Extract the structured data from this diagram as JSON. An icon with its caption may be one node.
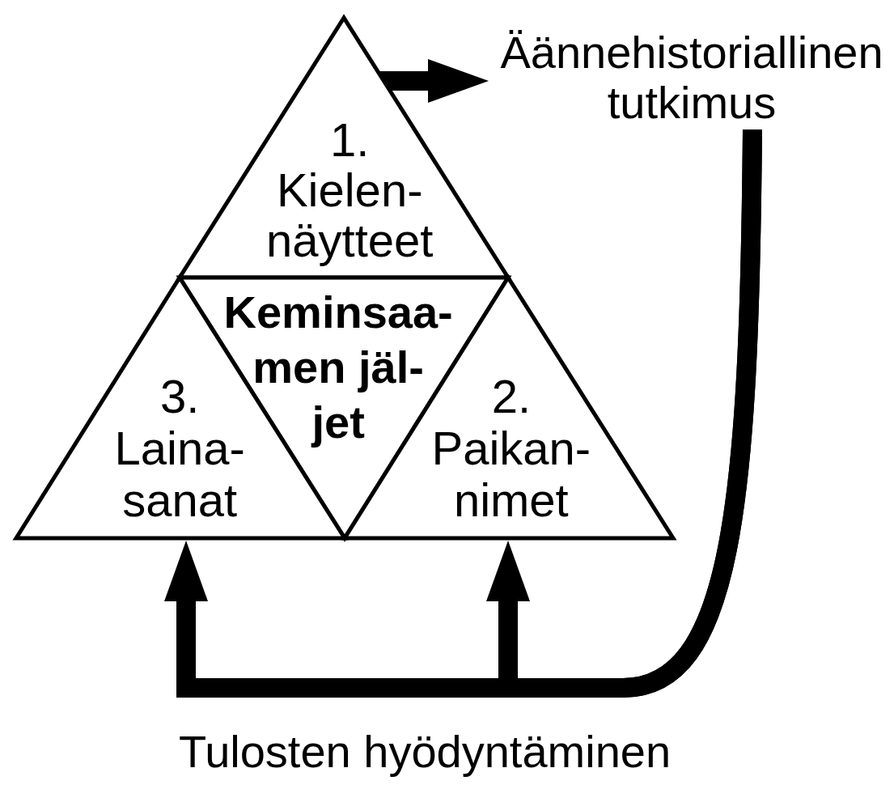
{
  "diagram": {
    "nodes": [
      {
        "text": [
          "1. Kielen- näytteet"
        ]
      },
      {
        "text": [
          "Keminsaa- men jäl- jet"
        ]
      },
      {
        "text": [
          "2. Paikan- nimet"
        ]
      },
      {
        "text": [
          "3. Laina- sanat"
        ]
      },
      {
        "text": [
          "Äännehistoriallinen tutkimus"
        ]
      }
    ],
    "edges": [
      {
        "from": 0,
        "to": 4,
        "arrow": "to"
      },
      {
        "from": 4,
        "to": 3,
        "arrow": "to",
        "label": "Tulosten hyödyntäminen"
      },
      {
        "from": 4,
        "to": 2,
        "arrow": "to"
      }
    ]
  }
}
